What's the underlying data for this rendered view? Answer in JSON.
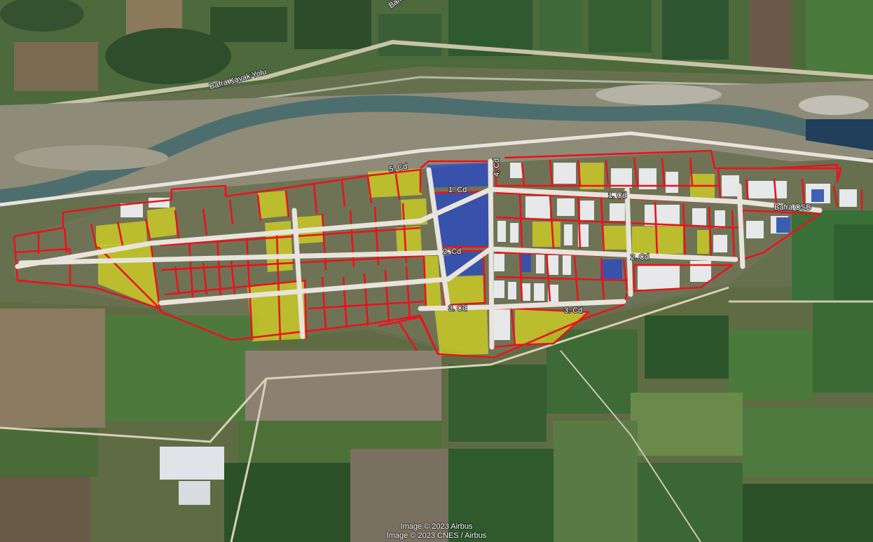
{
  "map": {
    "road_labels": {
      "bafra_kavak_yolu": "Bafra Kavak Yolu",
      "bafra_top": "Bafra",
      "bafra_osb": "Bafra OSB"
    },
    "street_labels": {
      "cd1_west": "1. Cd",
      "cd1_east": "1. Cd",
      "cd2_west": "2. Cd",
      "cd2_east": "2. Cd",
      "cd3_west": "3. Cd",
      "cd3_east": "3. Cd",
      "cd4": "4. Cd",
      "cd5": "5. Cd"
    },
    "attribution": {
      "line1": "Image © 2023 Airbus",
      "line2": "Image © 2023 CNES / Airbus"
    },
    "legend_colors": {
      "parcel_outline": "#e8141c",
      "allocated_yellow": "#d8d81e",
      "highlight_blue": "#2244cc",
      "road": "#e8e4dc",
      "river": "#4d6e6e"
    }
  }
}
